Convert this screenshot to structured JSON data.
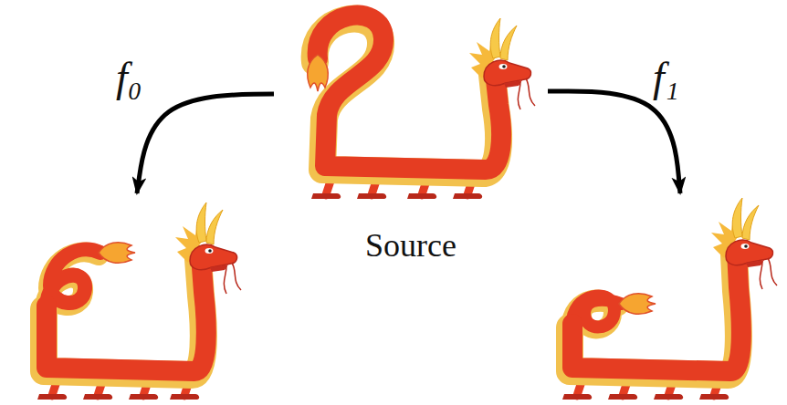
{
  "diagram": {
    "nodes": [
      {
        "text": [
          "Source"
        ]
      },
      {
        "text": []
      },
      {
        "text": []
      }
    ],
    "edges": [
      {
        "from": 0,
        "to": 1,
        "arrow": "to",
        "label": "f₀"
      },
      {
        "from": 0,
        "to": 2,
        "arrow": "to",
        "label": "f₁"
      }
    ]
  }
}
